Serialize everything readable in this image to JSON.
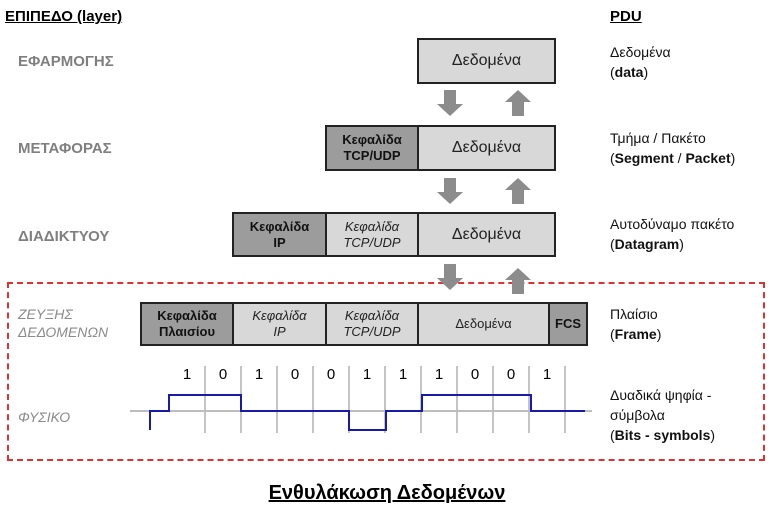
{
  "header": {
    "layer_title": "ΕΠΙΠΕΔΟ (layer)",
    "pdu_title": "PDU"
  },
  "layers": {
    "application": "ΕΦΑΡΜΟΓΗΣ",
    "transport": "ΜΕΤΑΦΟΡΑΣ",
    "internet": "ΔΙΑΔΙΚΤΥΟΥ",
    "link_line1": "ΖΕΥΞΗΣ",
    "link_line2": "ΔΕΔΟΜΕΝΩΝ",
    "physical": "ΦΥΣΙΚΟ"
  },
  "boxes": {
    "data": "Δεδομένα",
    "tcp_l1": "Κεφαλίδα",
    "tcp_l2": "TCP/UDP",
    "ip_l1": "Κεφαλίδα",
    "ip_l2": "IP",
    "frame_l1": "Κεφαλίδα",
    "frame_l2": "Πλαισίου",
    "fcs": "FCS"
  },
  "pdu": {
    "application": {
      "text": "Δεδομένα",
      "bold": "data"
    },
    "transport": {
      "text": "Τμήμα / Πακέτο",
      "bold1": "Segment",
      "sep": " / ",
      "bold2": "Packet"
    },
    "internet": {
      "text": "Αυτοδύναμο πακέτο",
      "bold": "Datagram"
    },
    "link": {
      "text": "Πλαίσιο",
      "bold": "Frame"
    },
    "physical": {
      "text1": "Δυαδικά ψηφία -",
      "text2": "σύμβολα",
      "bold": "Bits - symbols"
    }
  },
  "bits": [
    "1",
    "0",
    "1",
    "0",
    "0",
    "1",
    "1",
    "1",
    "0",
    "0",
    "1"
  ],
  "colors": {
    "dark_header": "#9c9c9c",
    "light_box": "#d8d8d8",
    "signal": "#1a1aa8",
    "dashed_border": "#e03030"
  },
  "footer": {
    "title": "Ενθυλάκωση Δεδομένων"
  }
}
